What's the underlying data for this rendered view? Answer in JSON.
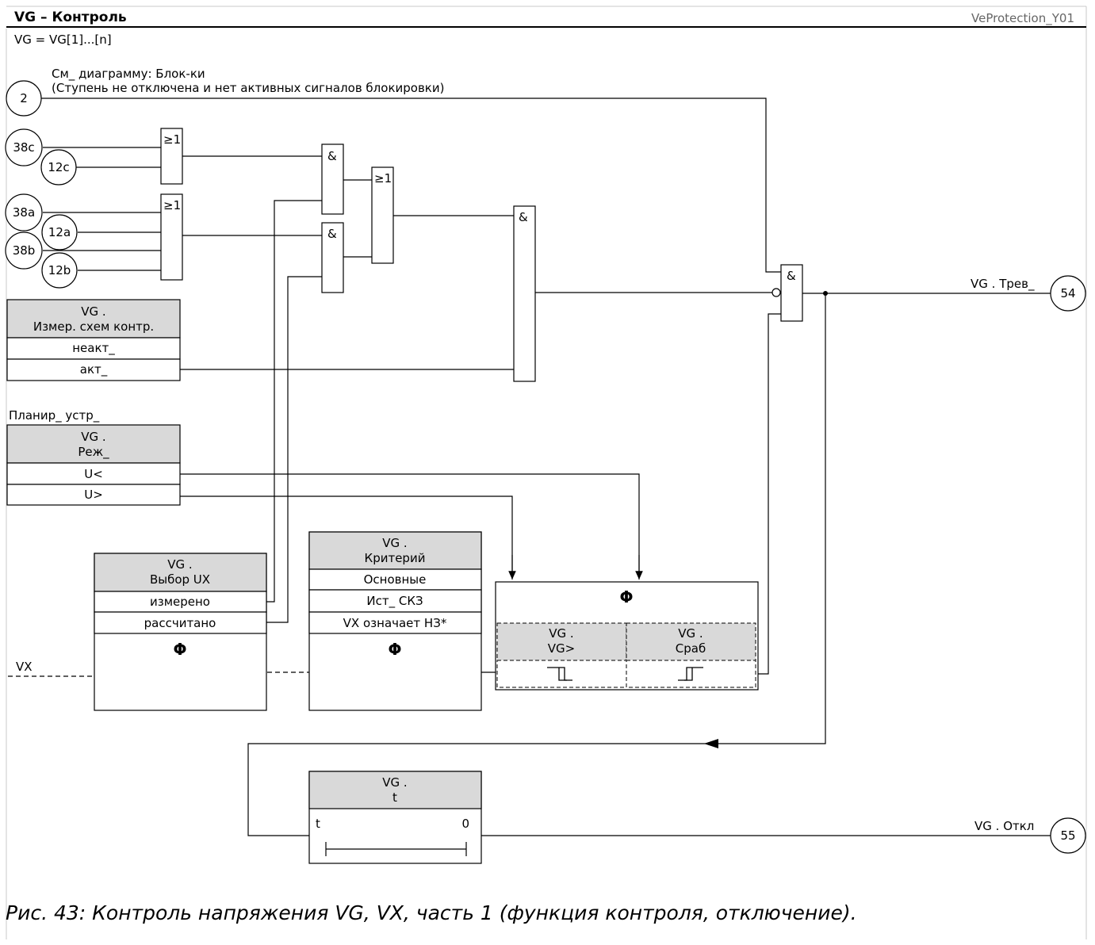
{
  "header": {
    "title": "VG – Контроль",
    "ref": "VeProtection_Y01"
  },
  "subtitle": "VG = VG[1]...[n]",
  "note": {
    "line1": "См_ диаграмму: Блок-ки",
    "line2": "(Ступень не отключена и нет активных сигналов блокировки)"
  },
  "connectors": {
    "c2": "2",
    "c38c": "38c",
    "c12c": "12c",
    "c38a": "38a",
    "c12a": "12a",
    "c38b": "38b",
    "c12b": "12b",
    "c54": "54",
    "c55": "55"
  },
  "gates": {
    "or": "≥1",
    "and": "&"
  },
  "meas_box": {
    "head1": "VG .",
    "head2": "Измер. схем контр.",
    "row1": "неакт_",
    "row2": "акт_"
  },
  "plan_label": "Планир_ устр_",
  "mode_box": {
    "head1": "VG .",
    "head2": "Реж_",
    "row1": "U<",
    "row2": "U>"
  },
  "ux_box": {
    "head1": "VG .",
    "head2": "Выбор UX",
    "row1": "измерено",
    "row2": "рассчитано",
    "phi": "Φ"
  },
  "crit_box": {
    "head1": "VG .",
    "head2": "Критерий",
    "row1": "Основные",
    "row2": "Ист_ СКЗ",
    "row3": "VX означает НЗ*",
    "phi": "Φ"
  },
  "phi_box": {
    "phi": "Φ",
    "col1a": "VG .",
    "col1b": "VG>",
    "col2a": "VG .",
    "col2b": "Сраб"
  },
  "timer_box": {
    "head1": "VG .",
    "head2": "t",
    "t": "t",
    "zero": "0"
  },
  "signals": {
    "vx": "VX",
    "alarm": "VG . Трев_",
    "trip": "VG . Откл"
  },
  "caption": "Рис. 43: Контроль напряжения VG, VX, часть 1 (функция контроля, отключение)."
}
